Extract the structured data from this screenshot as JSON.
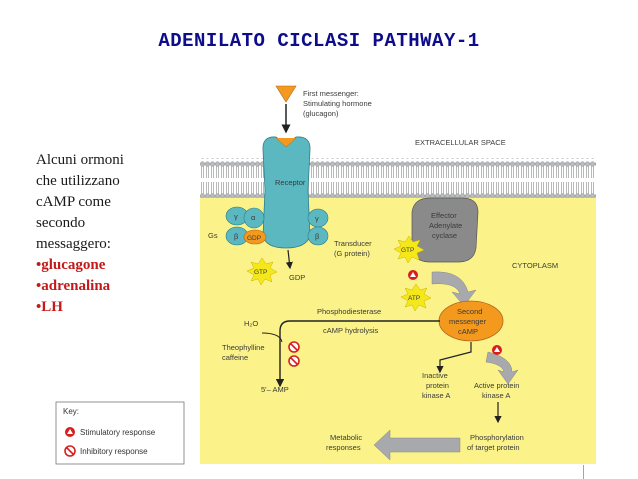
{
  "title": "ADENILATO CICLASI PATHWAY-1",
  "intro": {
    "lines": [
      "Alcuni ormoni",
      "che utilizzano",
      "cAMP come",
      "secondo",
      "messaggero:"
    ],
    "hormones": [
      "•glucagone",
      "•adrenalina",
      "•LH"
    ]
  },
  "diagram": {
    "first_messenger": [
      "First messenger:",
      "Stimulating hormone",
      "(glucagon)"
    ],
    "extracellular": "EXTRACELLULAR SPACE",
    "cytoplasm": "CYTOPLASM",
    "receptor": "Receptor",
    "gs": "Gs",
    "alpha": "α",
    "beta": "β",
    "gamma": "γ",
    "gdp": "GDP",
    "gtp": "GTP",
    "atp": "ATP",
    "gdp_out": "GDP",
    "transducer": [
      "Transducer",
      "(G protein)"
    ],
    "effector": [
      "Effector",
      "Adenylate",
      "cyclase"
    ],
    "phosphodiesterase": "Phosphodiesterase",
    "h2o": "H₂O",
    "camp_hydrolysis": "cAMP hydrolysis",
    "second_messenger": [
      "Second",
      "messenger",
      "cAMP"
    ],
    "theophylline": [
      "Theophylline",
      "caffeine"
    ],
    "amp": "5'– AMP",
    "inactive_pk": [
      "Inactive",
      "protein",
      "kinase A"
    ],
    "active_pk": [
      "Active protein",
      "kinase A"
    ],
    "metabolic": [
      "Metabolic",
      "responses"
    ],
    "phosphorylation": [
      "Phosphorylation",
      "of target protein"
    ]
  },
  "key": {
    "title": "Key:",
    "stimulatory": "Stimulatory response",
    "inhibitory": "Inhibitory response"
  },
  "colors": {
    "title": "#0d0d8c",
    "highlight": "#c41a1a",
    "cytoplasm_bg": "#fbf38a",
    "receptor": "#5bb7c0",
    "camp": "#f39a1e",
    "gtp_burst": "#f5e81a"
  }
}
